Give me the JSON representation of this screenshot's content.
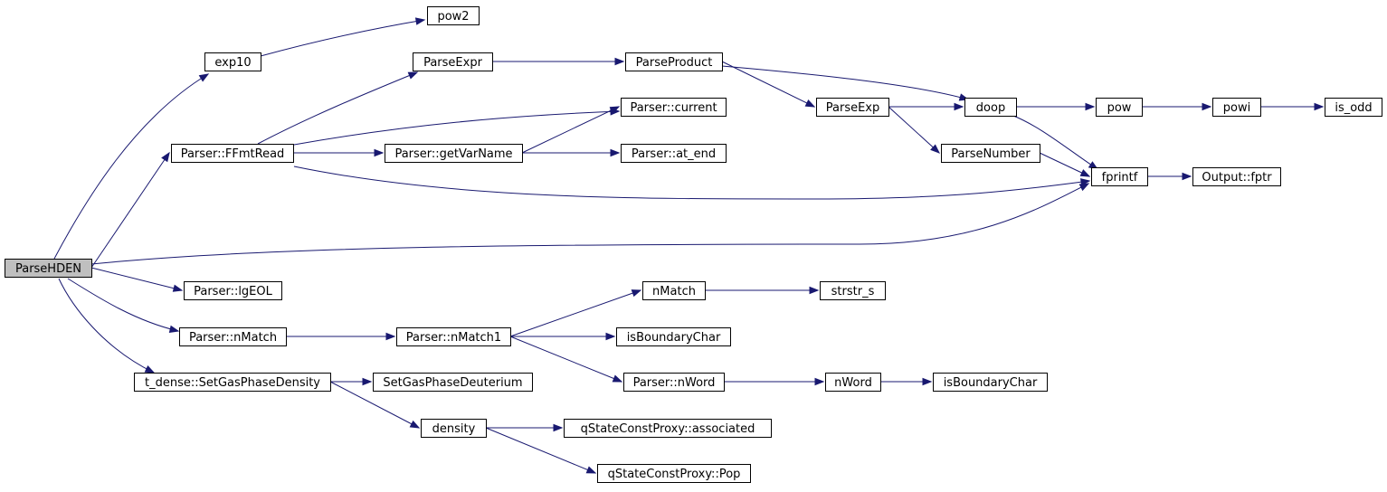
{
  "graph": {
    "root": "ParseHDEN",
    "nodes": {
      "ParseHDEN": "ParseHDEN",
      "exp10": "exp10",
      "pow2": "pow2",
      "FFmtRead": "Parser::FFmtRead",
      "ParseExpr": "ParseExpr",
      "ParseProduct": "ParseProduct",
      "ParseExp": "ParseExp",
      "current": "Parser::current",
      "getVarName": "Parser::getVarName",
      "at_end": "Parser::at_end",
      "doop": "doop",
      "pow": "pow",
      "powi": "powi",
      "is_odd": "is_odd",
      "ParseNumber": "ParseNumber",
      "fprintf": "fprintf",
      "fptr": "Output::fptr",
      "lgEOL": "Parser::lgEOL",
      "P_nMatch": "Parser::nMatch",
      "nMatch1": "Parser::nMatch1",
      "nMatch": "nMatch",
      "strstr_s": "strstr_s",
      "isBoundaryChar1": "isBoundaryChar",
      "P_nWord": "Parser::nWord",
      "nWord": "nWord",
      "isBoundaryChar2": "isBoundaryChar",
      "SetGasPhaseDensity": "t_dense::SetGasPhaseDensity",
      "SetGasPhaseDeuterium": "SetGasPhaseDeuterium",
      "density": "density",
      "associated": "qStateConstProxy::associated",
      "Pop": "qStateConstProxy::Pop"
    },
    "edges": [
      [
        "ParseHDEN",
        "exp10"
      ],
      [
        "ParseHDEN",
        "FFmtRead"
      ],
      [
        "ParseHDEN",
        "fprintf"
      ],
      [
        "ParseHDEN",
        "lgEOL"
      ],
      [
        "ParseHDEN",
        "P_nMatch"
      ],
      [
        "ParseHDEN",
        "SetGasPhaseDensity"
      ],
      [
        "exp10",
        "pow2"
      ],
      [
        "FFmtRead",
        "ParseExpr"
      ],
      [
        "FFmtRead",
        "current"
      ],
      [
        "FFmtRead",
        "getVarName"
      ],
      [
        "FFmtRead",
        "fprintf"
      ],
      [
        "ParseExpr",
        "ParseProduct"
      ],
      [
        "ParseProduct",
        "ParseExp"
      ],
      [
        "ParseProduct",
        "doop"
      ],
      [
        "ParseExp",
        "doop"
      ],
      [
        "ParseExp",
        "ParseNumber"
      ],
      [
        "getVarName",
        "current"
      ],
      [
        "getVarName",
        "at_end"
      ],
      [
        "doop",
        "pow"
      ],
      [
        "doop",
        "fprintf"
      ],
      [
        "pow",
        "powi"
      ],
      [
        "powi",
        "is_odd"
      ],
      [
        "ParseNumber",
        "fprintf"
      ],
      [
        "fprintf",
        "fptr"
      ],
      [
        "P_nMatch",
        "nMatch1"
      ],
      [
        "nMatch1",
        "nMatch"
      ],
      [
        "nMatch1",
        "isBoundaryChar1"
      ],
      [
        "nMatch1",
        "P_nWord"
      ],
      [
        "nMatch",
        "strstr_s"
      ],
      [
        "P_nWord",
        "nWord"
      ],
      [
        "nWord",
        "isBoundaryChar2"
      ],
      [
        "SetGasPhaseDensity",
        "SetGasPhaseDeuterium"
      ],
      [
        "SetGasPhaseDensity",
        "density"
      ],
      [
        "density",
        "associated"
      ],
      [
        "density",
        "Pop"
      ]
    ]
  }
}
